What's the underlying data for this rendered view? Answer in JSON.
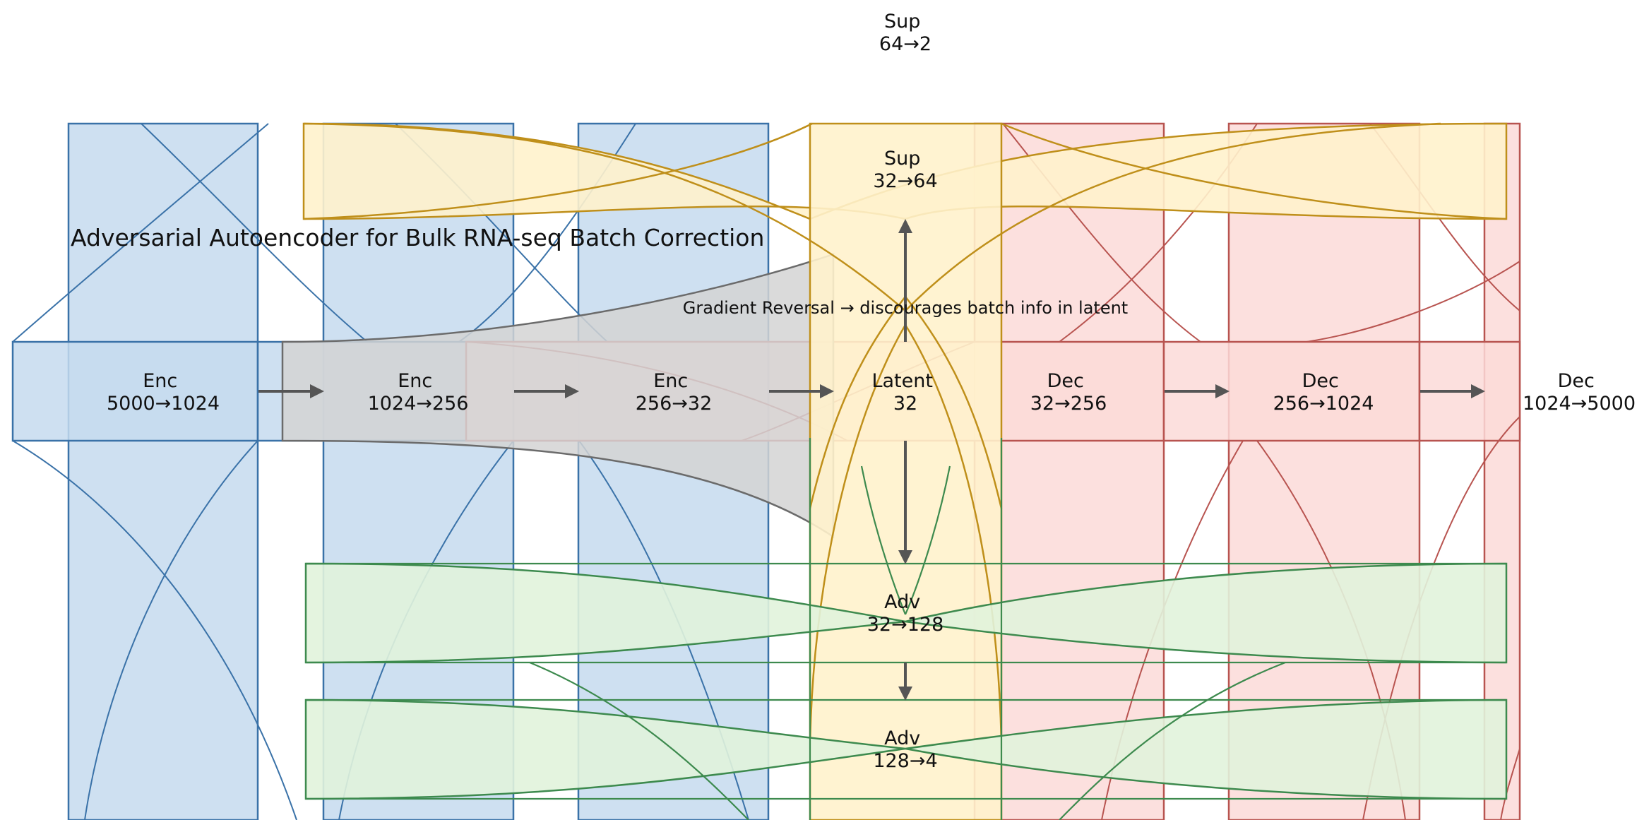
{
  "title": "Adversarial Autoencoder for Bulk RNA-seq Batch Correction",
  "colors": {
    "encoder_fill": "#c6dbef",
    "encoder_stroke": "#3a72a8",
    "decoder_fill": "#fbdad8",
    "decoder_stroke": "#b85450",
    "latent_fill": "#fff2cc",
    "latent_stroke": "#bf8f1a",
    "adversary_fill": "#e1f3dc",
    "adversary_stroke": "#3d8a4e",
    "reversal_fill": "#d3d3d3",
    "reversal_stroke": "#6b6b6b",
    "arrow": "#555555"
  },
  "nodes": {
    "enc1": {
      "line1": "Enc",
      "line2": "5000→1024"
    },
    "enc2": {
      "line1": "Enc",
      "line2": "1024→256"
    },
    "enc3": {
      "line1": "Enc",
      "line2": "256→32"
    },
    "latent": {
      "line1": "Latent",
      "line2": "32"
    },
    "dec1": {
      "line1": "Dec",
      "line2": "32→256"
    },
    "dec2": {
      "line1": "Dec",
      "line2": "256→1024"
    },
    "dec3": {
      "line1": "Dec",
      "line2": "1024→5000"
    },
    "sup1": {
      "line1": "Sup",
      "line2": "32→64"
    },
    "sup2": {
      "line1": "Sup",
      "line2": "64→2"
    },
    "adv1": {
      "line1": "Adv",
      "line2": "32→128"
    },
    "adv2": {
      "line1": "Adv",
      "line2": "128→4"
    }
  },
  "gradient_reversal_label": "Gradient Reversal → discourages batch info in latent"
}
